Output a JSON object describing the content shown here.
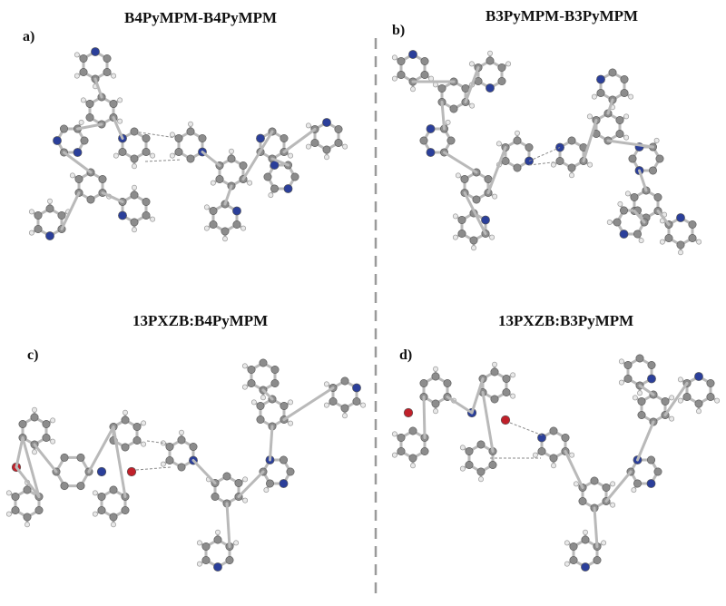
{
  "panels": [
    {
      "letter": "a)",
      "title": "B4PyMPM-B4PyMPM"
    },
    {
      "letter": "b)",
      "title": "B3PyMPM-B3PyMPM"
    },
    {
      "letter": "c)",
      "title": "13PXZB:B4PyMPM"
    },
    {
      "letter": "d)",
      "title": "13PXZB:B3PyMPM"
    }
  ],
  "colors": {
    "carbon": "#8c8c8c",
    "hydrogen": "#e8e8e8",
    "nitrogen": "#2b3f9a",
    "oxygen": "#c0202a",
    "divider": "#9a9a9a"
  }
}
